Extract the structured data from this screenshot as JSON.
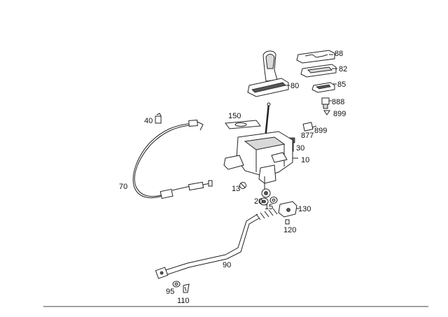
{
  "labels": {
    "p88": "88",
    "p82": "82",
    "p85": "85",
    "p80": "80",
    "p888": "888",
    "p899a": "899",
    "p150": "150",
    "p877": "877",
    "p899b": "899",
    "p40": "40",
    "p30": "30",
    "p10": "10",
    "p70": "70",
    "p13": "13",
    "p20": "20",
    "p15": "15",
    "p130": "130",
    "p120": "120",
    "p90": "90",
    "p95": "95",
    "p110": "110"
  }
}
